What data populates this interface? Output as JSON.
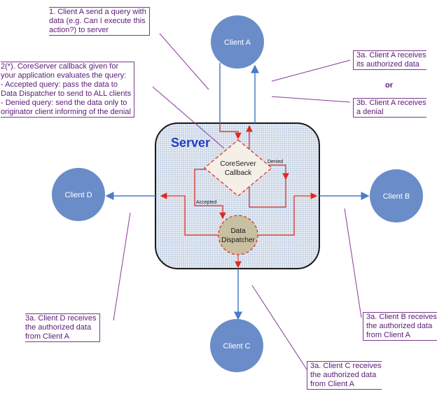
{
  "server": {
    "title": "Server"
  },
  "nodes": {
    "client_a": "Client A",
    "client_b": "Client B",
    "client_c": "Client C",
    "client_d": "Client D",
    "coreserver": [
      "CoreServer",
      "Callback"
    ],
    "dispatcher": [
      "Data",
      "Dispatcher"
    ]
  },
  "edge_labels": {
    "denied": "Denied",
    "accepted": "Accepted"
  },
  "notes": {
    "step1": "1. Client A send a query with\ndata (e.g. Can I execute this\naction?) to server",
    "step2": "2(*). CoreServer callback given for\nyour application evaluates the query:\n- Accepted query: pass the data to\nData Dispatcher to send to ALL clients\n- Denied query: send the data only to\noriginator client informing of the denial",
    "step3a_a": "3a. Client A receives\nits authorized data",
    "or": "or",
    "step3b_a": "3b. Client A receives\na denial",
    "step3a_d": "3a. Client D receives\nthe authorized data\nfrom Client A",
    "step3a_b": "3a. Client B receives\nthe authorized data\nfrom Client A",
    "step3a_c": "3a. Client C receives\nthe authorized data\nfrom Client A"
  },
  "colors": {
    "client_fill": "#6a8cc8",
    "server_border": "#1a1a1a",
    "server_title": "#1f3fbf",
    "flow_red": "#e0281e",
    "flow_blue": "#4a7cc8",
    "dispatcher_fill": "#c8c0a0",
    "note_text": "#5a1a78"
  }
}
